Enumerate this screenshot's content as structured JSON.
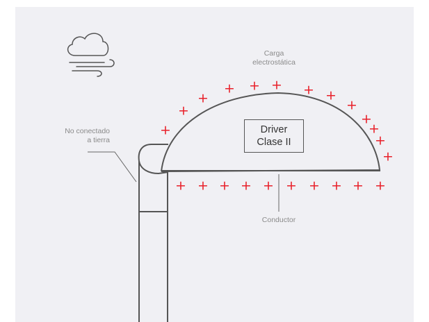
{
  "labels": {
    "charge_line1": "Carga",
    "charge_line2": "electrostática",
    "ungrounded_line1": "No conectado",
    "ungrounded_line2": "a tierra",
    "driver_line1": "Driver",
    "driver_line2": "Clase II",
    "conductor": "Conductor"
  },
  "plus_symbol": "+",
  "colors": {
    "panel_background": "#f0f0f4",
    "line": "#555555",
    "charge_plus": "#e8202a",
    "label_text": "#8a8a8a"
  },
  "icons": [
    "cloud-wind-icon"
  ]
}
